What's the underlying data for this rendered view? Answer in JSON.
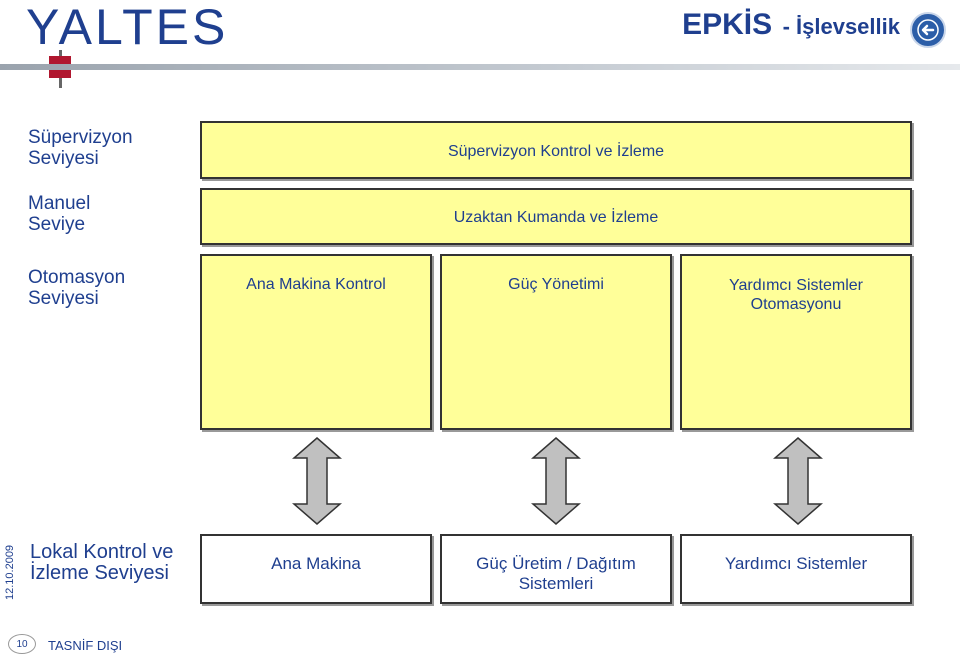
{
  "logo": {
    "text": "YALTES"
  },
  "header": {
    "title": "EPKİS",
    "subtitle": "- İşlevsellik",
    "back_icon": "back-arrow-icon"
  },
  "levels": {
    "supervision": "Süpervizyon Seviyesi",
    "manual": "Manuel Seviye",
    "automation": "Otomasyon Seviyesi",
    "local": "Lokal Kontrol ve İzleme Seviyesi"
  },
  "boxes": {
    "supervision_control": "Süpervizyon Kontrol ve İzleme",
    "remote_command": "Uzaktan Kumanda ve İzleme",
    "main_machine_control": "Ana Makina Kontrol",
    "power_management": "Güç Yönetimi",
    "aux_systems_automation": "Yardımcı Sistemler Otomasyonu",
    "main_machine": "Ana Makina",
    "power_generation": "Güç Üretim  / Dağıtım Sistemleri",
    "aux_systems": "Yardımcı  Sistemler"
  },
  "footer": {
    "date": "12.10.2009",
    "page": "10",
    "classification": "TASNİF DIŞI"
  },
  "colors": {
    "brand": "#1f3f8f",
    "box_fill": "#ffff99",
    "accent_red": "#b0172f",
    "arrow_fill": "#c0c0c0"
  }
}
